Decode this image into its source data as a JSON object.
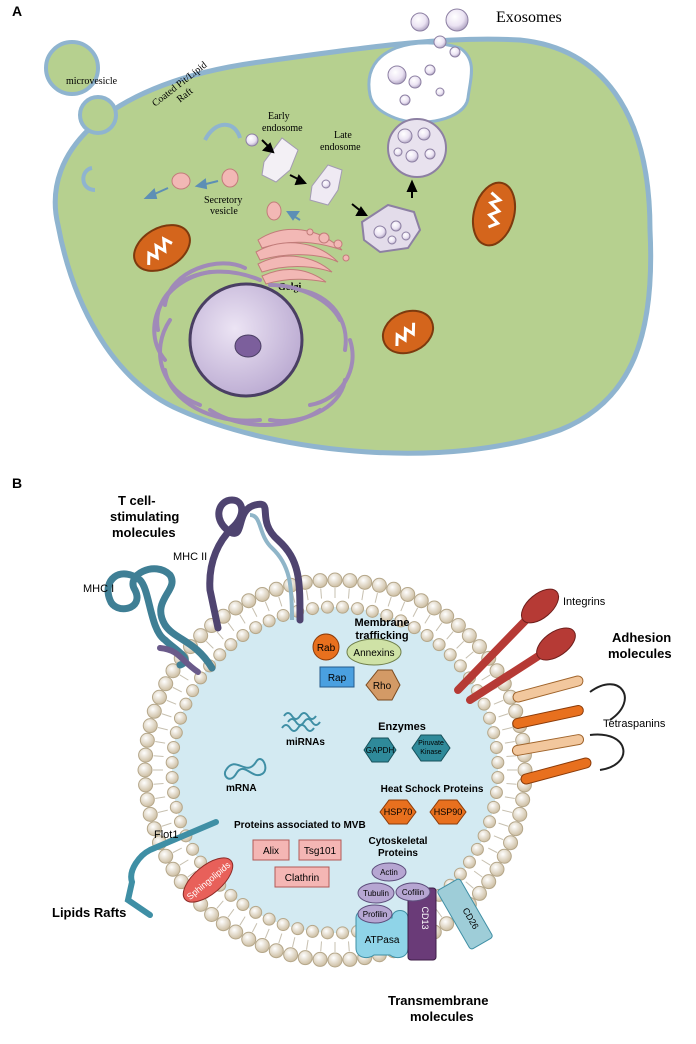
{
  "panel_a": {
    "letter": "A",
    "labels": {
      "exosomes": "Exosomes",
      "microvesicle": "microvesicle",
      "coated_pit_1": "Coated Pit/Lipid",
      "coated_pit_2": "Raft",
      "early_endosome_1": "Early",
      "early_endosome_2": "endosome",
      "late_endosome_1": "Late",
      "late_endosome_2": "endosome",
      "secretory_vesicle_1": "Secretory",
      "secretory_vesicle_2": "vesicle",
      "golgi": "Golgi"
    },
    "colors": {
      "cell": "#b6d08f",
      "membrane": "#8fb4cf",
      "vesicle_pink": "#f2b8b5",
      "mito": "#d4651c",
      "er": "#a08ab8",
      "nucleus": "#cdbfe0"
    }
  },
  "panel_b": {
    "letter": "B",
    "groups": {
      "t_cell_1": "T cell-",
      "t_cell_2": "stimulating",
      "t_cell_3": "molecules",
      "adhesion_1": "Adhesion",
      "adhesion_2": "molecules",
      "lipid_rafts": "Lipids Rafts",
      "transmembrane_1": "Transmembrane",
      "transmembrane_2": "molecules"
    },
    "labels": {
      "mhc_i": "MHC I",
      "mhc_ii": "MHC II",
      "integrins": "Integrins",
      "tetraspanins": "Tetraspanins",
      "flot1": "Flot1",
      "sphingolipids": "Sphingolipids",
      "atpasa": "ATPasa",
      "cd13": "CD13",
      "cd26": "CD26",
      "membrane_trafficking_1": "Membrane",
      "membrane_trafficking_2": "trafficking",
      "rab": "Rab",
      "annexins": "Annexins",
      "rap": "Rap",
      "rho": "Rho",
      "mirnas": "miRNAs",
      "mrna": "mRNA",
      "enzymes": "Enzymes",
      "gapdh": "GAPDH",
      "piruvate_1": "Piruvate",
      "piruvate_2": "Kinase",
      "heat_shock": "Heat Schock Proteins",
      "hsp70": "HSP70",
      "hsp90": "HSP90",
      "mvb": "Proteins  associated to MVB",
      "alix": "Alix",
      "tsg101": "Tsg101",
      "clathrin": "Clathrin",
      "cyto_1": "Cytoskeletal",
      "cyto_2": "Proteins",
      "actin": "Actin",
      "tubulin": "Tubulin",
      "cofilin": "Cofilin",
      "profilin": "Profilin"
    },
    "colors": {
      "lumen": "#d3eaf2",
      "lipid_head": "#efe6d2",
      "hexagon_teal": "#2f8a9a",
      "hexagon_orange": "#e8701e",
      "mvb_box": "#f4b6b4",
      "cyto": "#b6a6d2"
    }
  }
}
